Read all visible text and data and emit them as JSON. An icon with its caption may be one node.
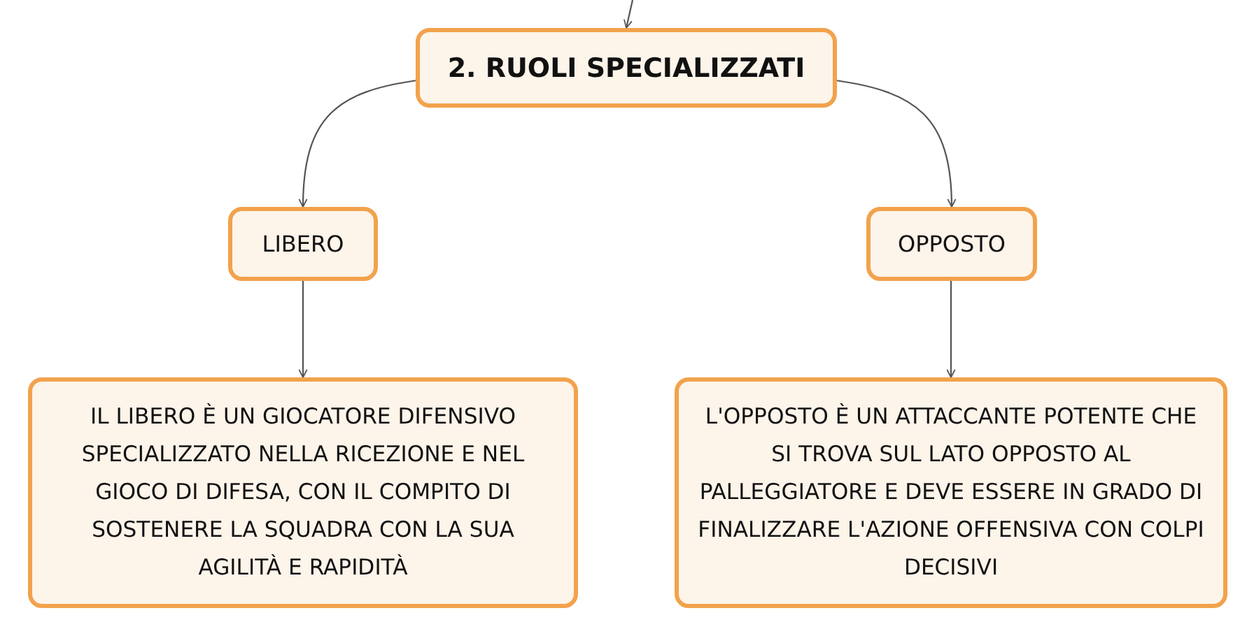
{
  "diagram": {
    "nodes": [
      {
        "text": [
          "2. RUOLI SPECIALIZZATI"
        ]
      },
      {
        "text": [
          "LIBERO"
        ]
      },
      {
        "text": [
          "OPPOSTO"
        ]
      },
      {
        "text": [
          "IL LIBERO È UN GIOCATORE DIFENSIVO SPECIALIZZATO NELLA RICEZIONE E NEL GIOCO DI DIFESA, CON IL COMPITO DI SOSTENERE LA SQUADRA CON LA SUA AGILITÀ E RAPIDITÀ"
        ]
      },
      {
        "text": [
          "L'OPPOSTO È UN ATTACCANTE POTENTE CHE SI TROVA SUL LATO OPPOSTO AL PALLEGGIATORE E DEVE ESSERE IN GRADO DI FINALIZZARE L'AZIONE OFFENSIVA CON COLPI DECISIVI"
        ]
      }
    ],
    "edges": [
      {
        "from": null,
        "to": 0,
        "arrow": "to"
      },
      {
        "from": 0,
        "to": 1,
        "arrow": "to"
      },
      {
        "from": 0,
        "to": 2,
        "arrow": "to"
      },
      {
        "from": 1,
        "to": 3,
        "arrow": "to"
      },
      {
        "from": 2,
        "to": 4,
        "arrow": "to"
      }
    ]
  }
}
